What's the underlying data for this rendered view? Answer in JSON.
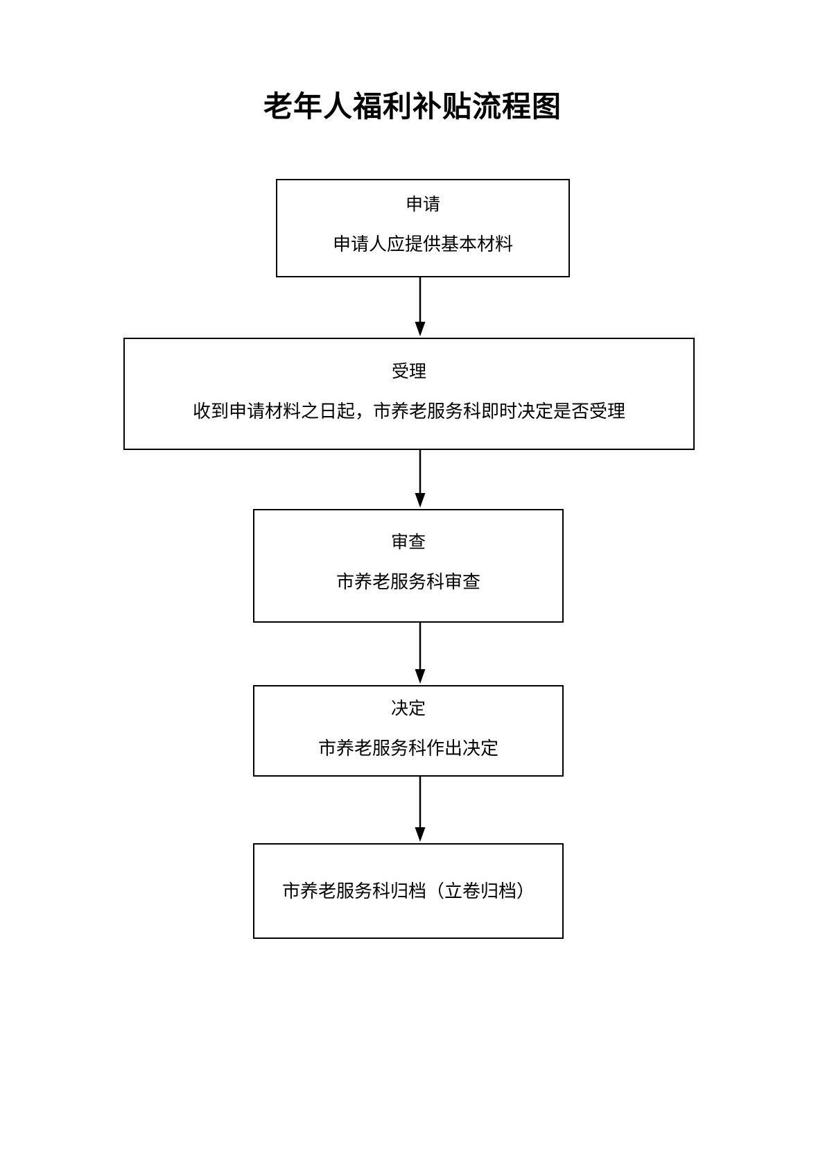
{
  "document": {
    "title": "老年人福利补贴流程图",
    "language": "zh-CN"
  },
  "flowchart": {
    "orientation": "vertical-top-to-bottom",
    "node_count": 5,
    "connector_count": 4,
    "nodes": [
      {
        "id": "apply",
        "heading": "申请",
        "body": "申请人应提供基本材料"
      },
      {
        "id": "accept",
        "heading": "受理",
        "body": "收到申请材料之日起，市养老服务科即时决定是否受理"
      },
      {
        "id": "review",
        "heading": "审查",
        "body": "市养老服务科审查"
      },
      {
        "id": "decide",
        "heading": "决定",
        "body": "市养老服务科作出决定"
      },
      {
        "id": "archive",
        "heading": "",
        "body": "市养老服务科归档（立卷归档）"
      }
    ],
    "connectors": [
      {
        "id": "conn-1",
        "from": "apply",
        "to": "accept",
        "style": "solid-arrow-down"
      },
      {
        "id": "conn-2",
        "from": "accept",
        "to": "review",
        "style": "solid-arrow-down"
      },
      {
        "id": "conn-3",
        "from": "review",
        "to": "decide",
        "style": "solid-arrow-down"
      },
      {
        "id": "conn-4",
        "from": "decide",
        "to": "archive",
        "style": "solid-arrow-down"
      }
    ]
  },
  "style": {
    "page_background": "#ffffff",
    "line_color": "#000000",
    "text_color": "#000000",
    "box_fill": "#ffffff"
  }
}
